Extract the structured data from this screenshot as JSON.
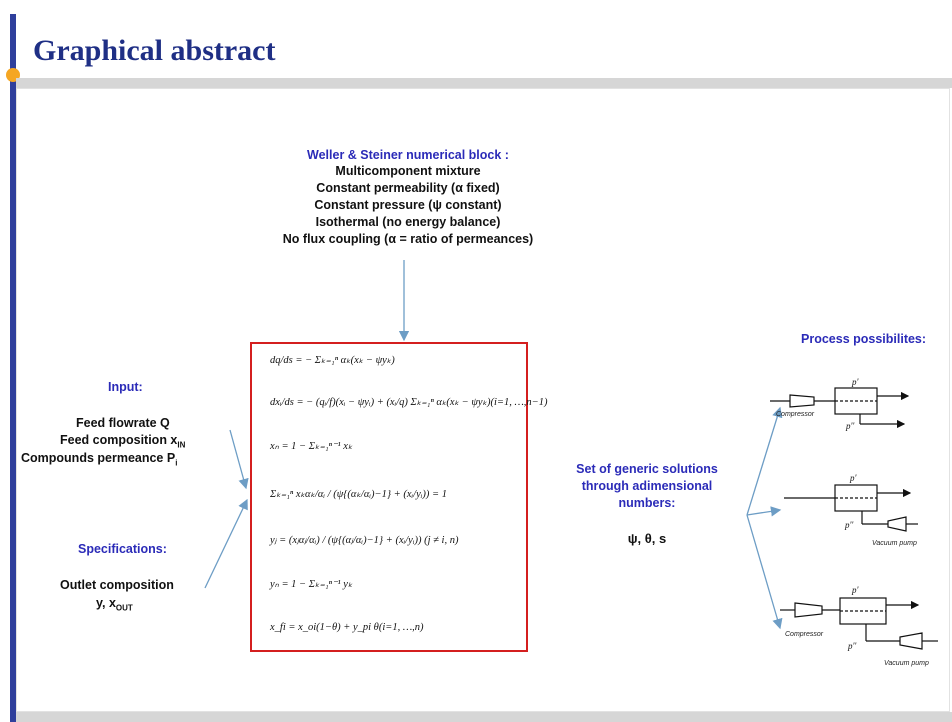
{
  "header": {
    "title": "Graphical abstract"
  },
  "block": {
    "heading": "Weller & Steiner numerical  block :",
    "lines": [
      "Multicomponent mixture",
      "Constant permeability (α fixed)",
      "Constant pressure (ψ constant)",
      "Isothermal (no energy balance)",
      "No flux coupling (α = ratio of permeances)"
    ]
  },
  "input": {
    "heading": "Input:",
    "lines": [
      "Feed flowrate Q",
      "Feed composition x",
      "Compounds permeance P"
    ],
    "subs": [
      "IN",
      "i"
    ]
  },
  "specs": {
    "heading": "Specifications:",
    "lines": [
      "Outlet composition",
      "y, x"
    ],
    "sub": "OUT"
  },
  "equations": [
    "dq/ds = − Σₖ₌₁ⁿ αₖ(xₖ − ψyₖ)",
    "dxᵢ/ds = − (qᵢ/f)(xᵢ − ψyᵢ) + (xᵢ/q) Σₖ₌₁ⁿ αₖ(xₖ − ψyₖ)(i=1, …,n−1)",
    "xₙ = 1 − Σₖ₌₁ⁿ⁻¹ xₖ",
    "Σₖ₌₁ⁿ xₖαₖ/αᵢ / (ψ{(αₖ/αᵢ)−1} + (xᵢ/yᵢ)) = 1",
    "yⱼ = (xⱼαⱼ/αᵢ) / (ψ{(αⱼ/αᵢ)−1} + (xᵢ/yᵢ)) (j ≠ i, n)",
    "yₙ = 1 − Σₖ₌₁ⁿ⁻¹ yₖ",
    "x_fi = x_oi(1−θ) + y_pi θ(i=1, …,n)"
  ],
  "solutions": {
    "lines": [
      "Set of generic solutions",
      "through adimensional",
      "numbers:"
    ],
    "params": "ψ, θ, s"
  },
  "process": {
    "heading": "Process possibilites:",
    "p_high": "p'",
    "p_low": "p''",
    "compressor": "Compressor",
    "vacuum": "Vacuum pump"
  }
}
